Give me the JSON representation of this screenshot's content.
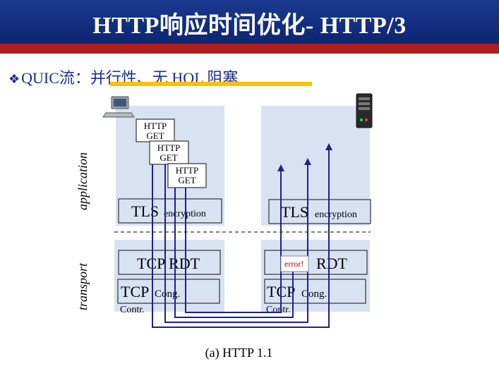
{
  "header": {
    "title": "HTTP响应时间优化- HTTP/3"
  },
  "subtitle": {
    "bullet": "❖",
    "text": "QUIC流：并行性、无 HOL 阻塞"
  },
  "diagram": {
    "layer_application": "application",
    "layer_transport": "transport",
    "http_get_line1": "HTTP",
    "http_get_line2": "GET",
    "tls_main": "TLS",
    "tls_sub": "encryption",
    "tcp_rdt": "TCP RDT",
    "rdt": "RDT",
    "error": "error!",
    "tcp_main": "TCP",
    "tcp_cong": "Cong.",
    "tcp_contr": "Contr.",
    "client_icon": "computer-icon",
    "server_icon": "server-icon"
  },
  "caption": "(a) HTTP 1.1",
  "colors": {
    "panel": "#d9e2f3",
    "arrow": "#1f1f8f",
    "accent": "#ffc000",
    "error": "#cc0000"
  }
}
